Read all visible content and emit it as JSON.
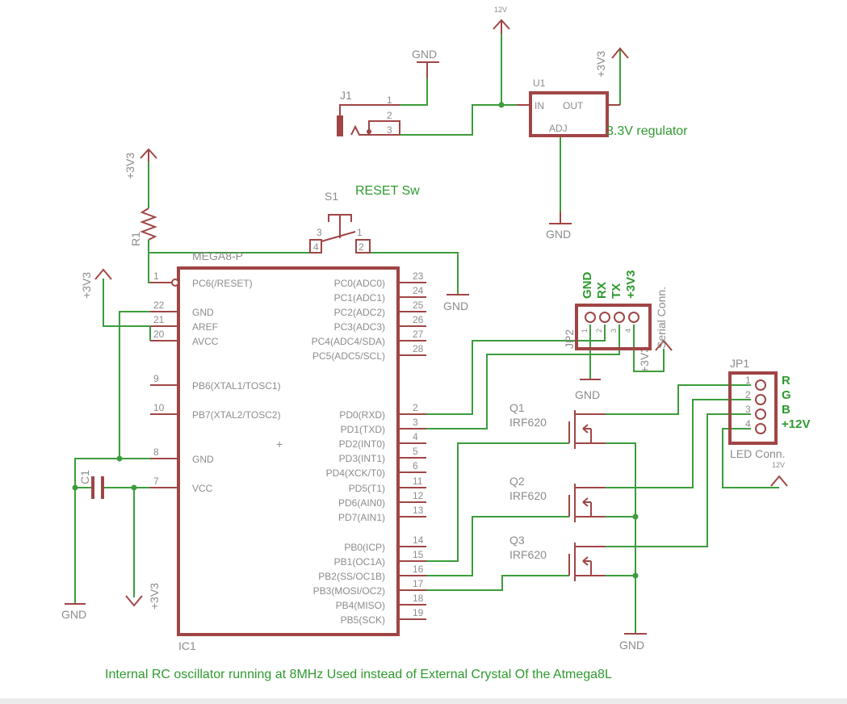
{
  "ic1": {
    "name": "IC1",
    "value": "MEGA8-P",
    "left_pins": [
      {
        "num": "1",
        "label": "PC6(/RESET)"
      },
      {
        "num": "22",
        "label": "GND"
      },
      {
        "num": "21",
        "label": "AREF"
      },
      {
        "num": "20",
        "label": "AVCC"
      },
      {
        "num": "9",
        "label": "PB6(XTAL1/TOSC1)"
      },
      {
        "num": "10",
        "label": "PB7(XTAL2/TOSC2)"
      },
      {
        "num": "8",
        "label": "GND"
      },
      {
        "num": "7",
        "label": "VCC"
      }
    ],
    "right_pins": [
      {
        "num": "23",
        "label": "PC0(ADC0)"
      },
      {
        "num": "24",
        "label": "PC1(ADC1)"
      },
      {
        "num": "25",
        "label": "PC2(ADC2)"
      },
      {
        "num": "26",
        "label": "PC3(ADC3)"
      },
      {
        "num": "27",
        "label": "PC4(ADC4/SDA)"
      },
      {
        "num": "28",
        "label": "PC5(ADC5/SCL)"
      },
      {
        "num": "2",
        "label": "PD0(RXD)"
      },
      {
        "num": "3",
        "label": "PD1(TXD)"
      },
      {
        "num": "4",
        "label": "PD2(INT0)"
      },
      {
        "num": "5",
        "label": "PD3(INT1)"
      },
      {
        "num": "6",
        "label": "PD4(XCK/T0)"
      },
      {
        "num": "11",
        "label": "PD5(T1)"
      },
      {
        "num": "12",
        "label": "PD6(AIN0)"
      },
      {
        "num": "13",
        "label": "PD7(AIN1)"
      },
      {
        "num": "14",
        "label": "PB0(ICP)"
      },
      {
        "num": "15",
        "label": "PB1(OC1A)"
      },
      {
        "num": "16",
        "label": "PB2(SS/OC1B)"
      },
      {
        "num": "17",
        "label": "PB3(MOSI/OC2)"
      },
      {
        "num": "18",
        "label": "PB4(MISO)"
      },
      {
        "num": "19",
        "label": "PB5(SCK)"
      }
    ]
  },
  "power": {
    "v12": "12V",
    "v3v3": "+3V3",
    "gnd": "GND"
  },
  "j1": {
    "name": "J1",
    "pins": [
      "1",
      "2",
      "3"
    ]
  },
  "u1": {
    "name": "U1",
    "in": "IN",
    "out": "OUT",
    "adj": "ADJ",
    "note": "3.3V regulator"
  },
  "s1": {
    "name": "S1",
    "note": "RESET Sw",
    "pins": [
      "3",
      "1",
      "4",
      "2"
    ]
  },
  "r1": {
    "name": "R1"
  },
  "c1": {
    "name": "C1"
  },
  "jp2": {
    "name": "JP2",
    "value": "Serial Conn.",
    "pins": [
      "1",
      "2",
      "3",
      "4"
    ],
    "signals": [
      "GND",
      "RX",
      "TX",
      "+3V3"
    ]
  },
  "jp1": {
    "name": "JP1",
    "value": "LED Conn.",
    "pins": [
      "1",
      "2",
      "3",
      "4"
    ],
    "signals": [
      "R",
      "G",
      "B",
      "+12V"
    ]
  },
  "mosfets": [
    {
      "name": "Q1",
      "value": "IRF620"
    },
    {
      "name": "Q2",
      "value": "IRF620"
    },
    {
      "name": "Q3",
      "value": "IRF620"
    }
  ],
  "footnote": "Internal RC oscillator running at 8MHz Used instead of External Crystal Of the Atmega8L",
  "colors": {
    "wire": "#3c9c3c",
    "part": "#a04545",
    "label": "#8c8c8c",
    "note": "#2e9a2e"
  }
}
